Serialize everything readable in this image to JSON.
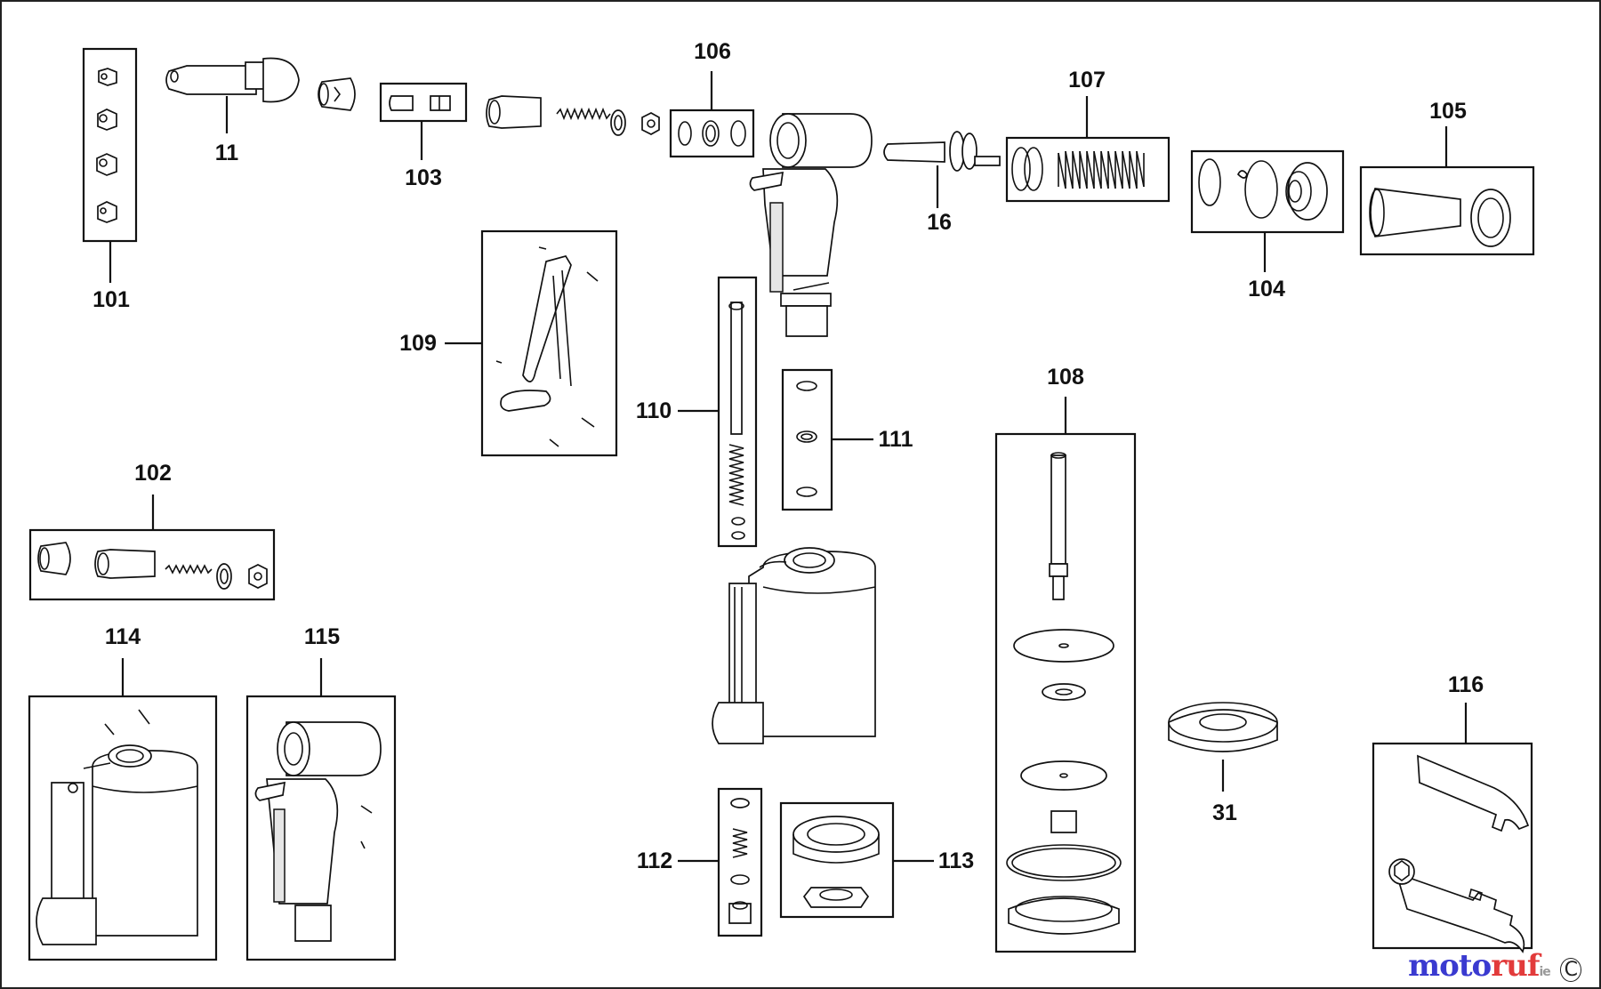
{
  "callouts": {
    "p11": "11",
    "p16": "16",
    "p31": "31",
    "p101": "101",
    "p102": "102",
    "p103": "103",
    "p104": "104",
    "p105": "105",
    "p106": "106",
    "p107": "107",
    "p108": "108",
    "p109": "109",
    "p110": "110",
    "p111": "111",
    "p112": "112",
    "p113": "113",
    "p114": "114",
    "p115": "115",
    "p116": "116"
  },
  "watermark": {
    "brand_part1": "moto",
    "brand_part2": "ruf",
    "suffix": "ie",
    "corner_mark": "C"
  },
  "colors": {
    "brand_blue": "#3a3ad0",
    "brand_red": "#e23b3b",
    "line": "#111111"
  }
}
